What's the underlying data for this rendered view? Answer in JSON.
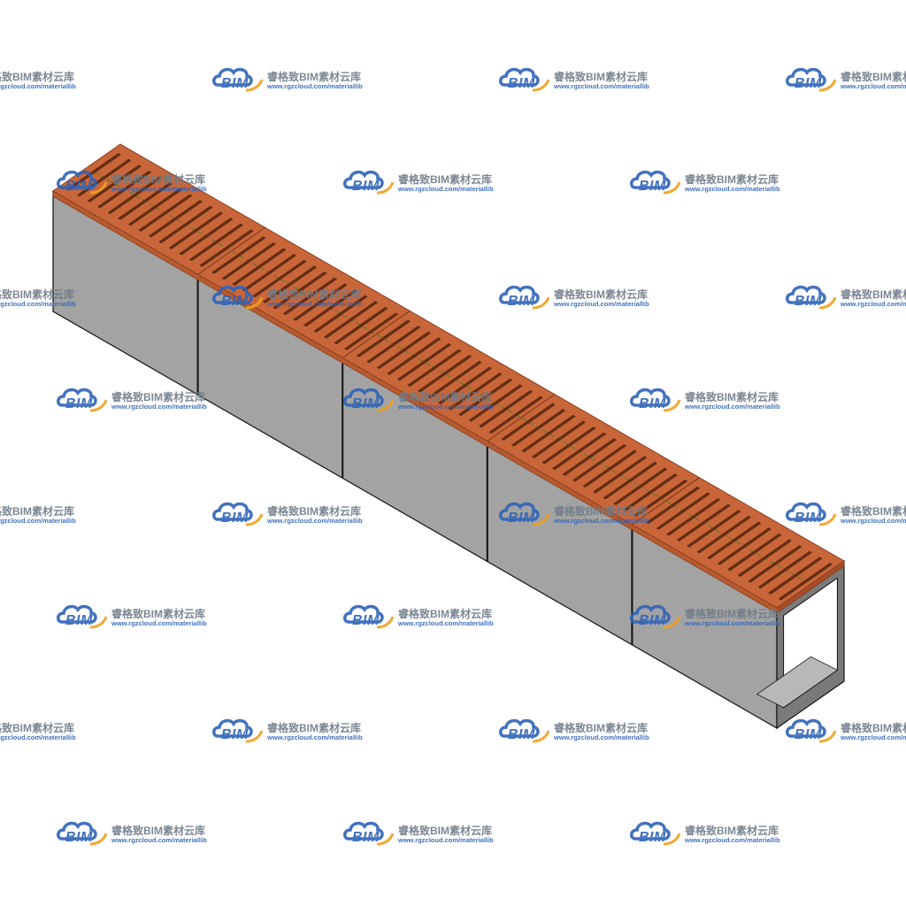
{
  "colors": {
    "background": "#ffffff",
    "grate": "#c8663a",
    "grate_edge": "#8a3c1c",
    "slot": "#6a2e12",
    "centerline": "#4f7a2a",
    "concrete_front": "#a3a3a3",
    "concrete_dark": "#7a7a7a",
    "concrete_inner": "#b8b8b8",
    "edge": "#111111",
    "watermark_blue": "#2e63b8",
    "watermark_orange": "#f0a020",
    "watermark_gray": "#6e7a88"
  },
  "model": {
    "segments": 5,
    "slots_per_segment": 14
  },
  "watermark": {
    "logo_text": "BIM",
    "brand": "睿格致BIM素材云库",
    "url": "www.rgzcloud.com/materiallib",
    "icon": "cloud-logo-icon"
  }
}
